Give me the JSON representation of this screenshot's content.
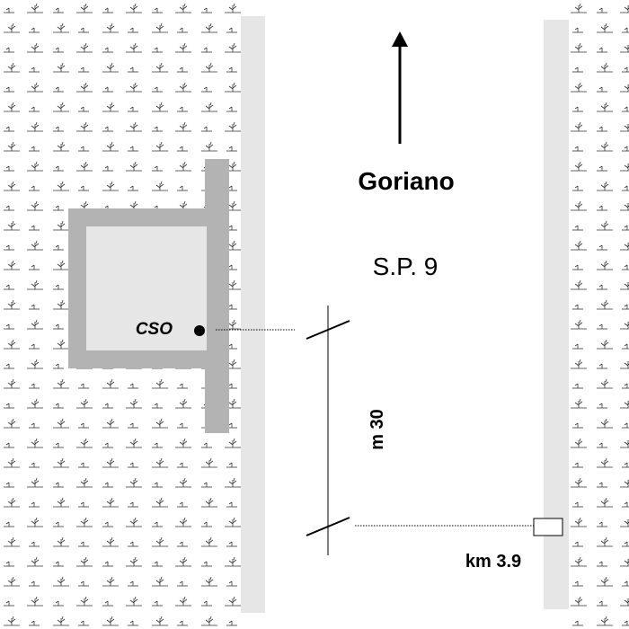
{
  "labels": {
    "direction": "Goriano",
    "road": "S.P. 9",
    "station": "CSO",
    "distance": "m  30",
    "kilometer": "km  3.9"
  },
  "colors": {
    "background": "#ffffff",
    "road_edge": "#e6e6e6",
    "building_wall": "#b3b3b3",
    "building_fill": "#e6e6e6",
    "ink": "#000000",
    "vegetation": "#333333"
  },
  "icons": {
    "direction_arrow": "arrow-up-icon",
    "station_point": "filled-circle-icon",
    "kilometer_marker": "milestone-rectangle-icon",
    "vegetation_pattern": "vegetation-tuft-icon"
  }
}
